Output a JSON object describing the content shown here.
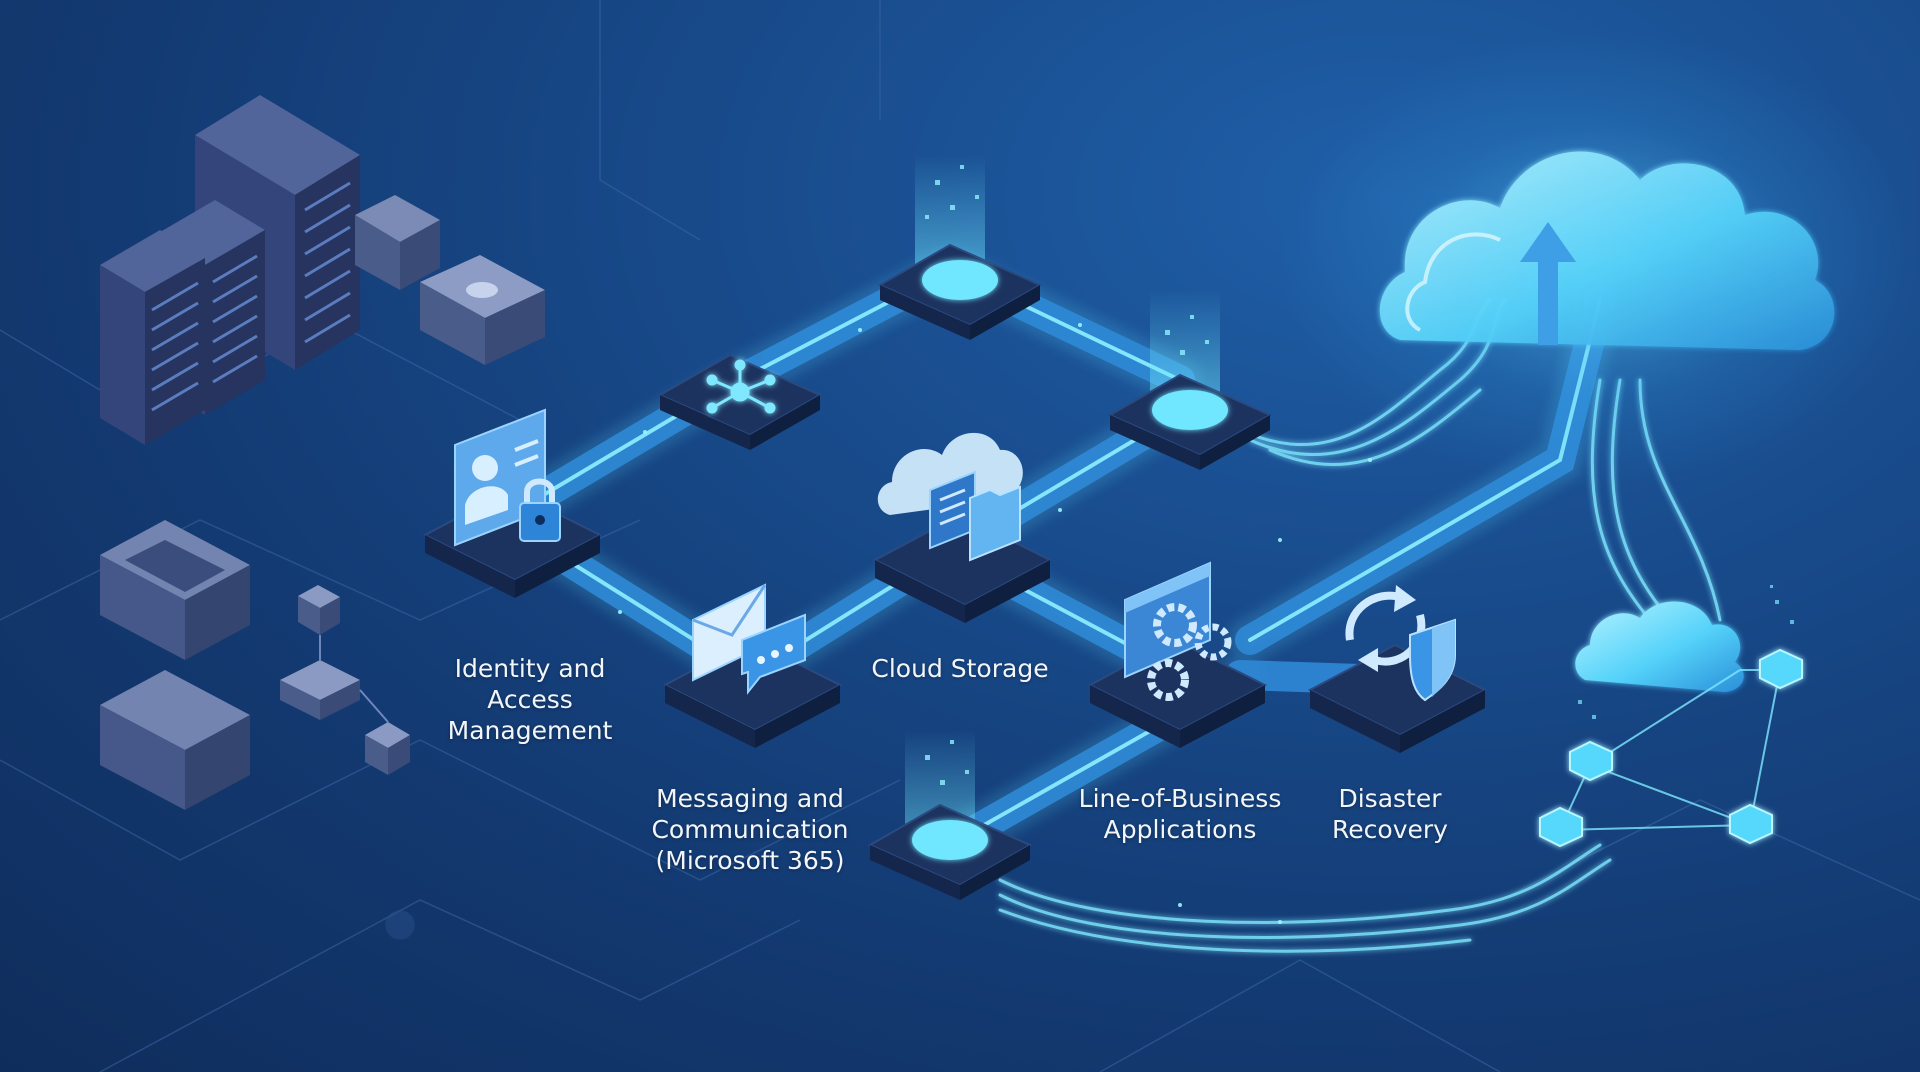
{
  "labels": {
    "identity": {
      "line1": "Identity and",
      "line2": "Access",
      "line3": "Management"
    },
    "messaging": {
      "line1": "Messaging and",
      "line2": "Communication",
      "line3": "(Microsoft 365)"
    },
    "cloud_storage": {
      "line1": "Cloud Storage"
    },
    "line_of_business": {
      "line1": "Line-of-Business",
      "line2": "Applications"
    },
    "disaster_recovery": {
      "line1": "Disaster",
      "line2": "Recovery"
    }
  },
  "icons": {
    "identity": "id-card-lock-icon",
    "hub": "network-hub-icon",
    "messaging": "envelope-chat-icon",
    "cloud_storage": "cloud-folder-icon",
    "line_of_business": "app-window-gears-icon",
    "disaster_recovery": "sync-shield-icon",
    "main_cloud": "cloud-upload-icon",
    "edge_cloud": "cloud-icon",
    "servers": "server-rack-icon"
  },
  "colors": {
    "background": "#133a72",
    "glow": "#5fe0ff",
    "conduit": "#3aa6e8",
    "tile": "#1b3260",
    "icon": "#7cc4f5",
    "text": "#f2f6fb"
  }
}
